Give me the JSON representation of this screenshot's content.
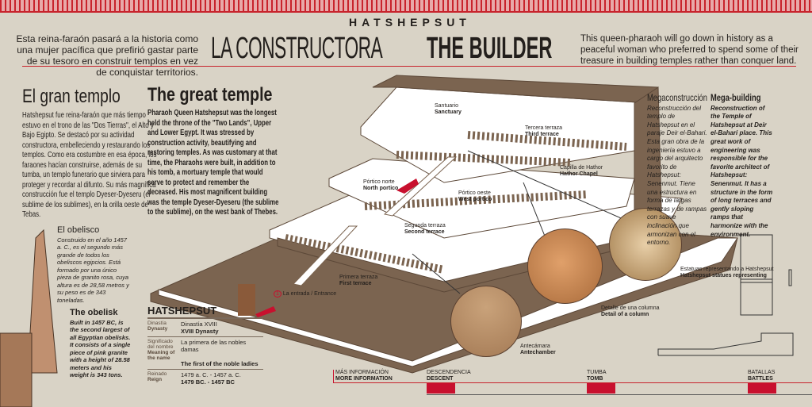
{
  "header": {
    "kicker": "HATSHEPSUT",
    "intro_es": "Esta reina-faraón pasará a la historia como una mujer pacífica que prefirió gastar parte de su tesoro en construir templos en vez de conquistar territorios.",
    "title_es": "LA CONSTRUCTORA",
    "title_en": "THE BUILDER",
    "intro_en": "This queen-pharaoh will go down in history as a peaceful woman who preferred to spend some of their treasure in building temples rather than conquer land."
  },
  "temple_es": {
    "title": "El gran templo",
    "body": "Hatshepsut fue reina-faraón que más tiempo estuvo en el trono de las \"Dos Tierras\", el Alto y Bajo Egipto. Se destacó por su actividad constructora, embelleciendo y restaurando los templos. Como era costumbre en esa época, los faraones hacían construirse, además de su tumba, un templo funerario que sirviera para proteger y recordar al difunto. Su más magnífica construcción fue el templo Dyeser-Dyeseru (el sublime de los sublimes), en la orilla oeste de Tebas."
  },
  "temple_en": {
    "title": "The great temple",
    "body": "Pharaoh Queen Hatshepsut was the longest held the throne of the \"Two Lands\", Upper and Lower Egypt. It was stressed by construction activity, beautifying and restoring temples. As was customary at that time, the Pharaohs were built, in addition to his tomb, a mortuary temple that would serve to protect and remember the deceased. His most magnificent building was the temple Dyeser-Dyeseru (the sublime to the sublime), on the west bank of Thebes."
  },
  "obelisk": {
    "title_es": "El obelisco",
    "body_es": "Construido en el año 1457 a. C., es el segundo más grande de todos los obeliscos egipcios. Está formado por una único pieza de granito rosa, cuya altura es de 28,58 metros y su peso es de 343 toneladas.",
    "title_en": "The obelisk",
    "body_en": "Built in 1457 BC, is the second largest of all Egyptian obelisks. It consists of a single piece of pink granite with a height of 28.58 meters and his weight is 343 tons."
  },
  "mega": {
    "title_es": "Megaconstrucción",
    "body_es": "Reconstrucción del templo de Hatshepsut en el paraje Deir el-Bahari. Esta gran obra de la ingeniería estuvo a cargo del arquitecto favorito de Hatshepsut: Senenmut. Tiene una estructura en forma de largas terrazas y de rampas con suave inclinación que armonizan con el entorno.",
    "title_en": "Mega-building",
    "body_en": "Reconstruction of the Temple of Hatshepsut at Deir el-Bahari place. This great work of engineering was responsible for the favorite architect of Hatshepsut: Senenmut. It has a structure in the form of long terraces and gently sloping ramps that harmonize with the environment."
  },
  "labels": {
    "sanctuary": {
      "es": "Santuario",
      "en": "Sanctuary"
    },
    "third": {
      "es": "Tercera terraza",
      "en": "Third terrace"
    },
    "hathor": {
      "es": "Capilla de Hathor",
      "en": "Hathor Chapel"
    },
    "north": {
      "es": "Pórtico norte",
      "en": "North portico"
    },
    "west": {
      "es": "Pórtico oeste",
      "en": "West portico"
    },
    "second": {
      "es": "Segunda terraza",
      "en": "Second terrace"
    },
    "first": {
      "es": "Primera terraza",
      "en": "First terrace"
    },
    "entrance_num": "1",
    "entrance": "La entrada / Entrance",
    "statues": {
      "es": "Estatuas representando a Hatshepsut",
      "en": "Hatshepsut statues representing"
    },
    "column": {
      "es": "Detalle de una columna",
      "en": "Detail of a column"
    },
    "antechamber": {
      "es": "Antecámara",
      "en": "Antechamber"
    }
  },
  "factbox": {
    "title": "HATSHEPSUT",
    "rows": [
      {
        "k_es": "Dinastía",
        "k_en": "Dynasty",
        "v_es": "Dinastía XVIII",
        "v_en": "XVIII Dynasty"
      },
      {
        "k_es": "Significado del nombre",
        "k_en": "Meaning of the name",
        "v_es": "La primera de las nobles damas",
        "v_en": "The first of the noble ladies"
      },
      {
        "k_es": "Reinado",
        "k_en": "Reign",
        "v_es": "1479 a. C. - 1457 a. C.",
        "v_en": "1479 BC. - 1457 BC"
      }
    ]
  },
  "footer": {
    "more": {
      "es": "MÁS INFORMACIÓN",
      "en": "MORE INFORMATION"
    },
    "links": [
      {
        "es": "DESCENDENCIA",
        "en": "DESCENT"
      },
      {
        "es": "TUMBA",
        "en": "TOMB"
      },
      {
        "es": "BATALLAS",
        "en": "BATTLES"
      }
    ]
  },
  "colors": {
    "accent": "#c8102e",
    "brown": "#7b6450",
    "background": "#d9d3c6"
  }
}
